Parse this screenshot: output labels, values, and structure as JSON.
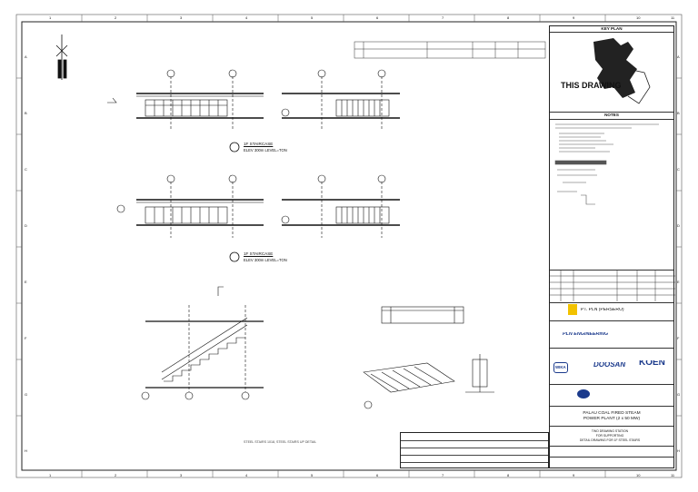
{
  "border": {
    "column_labels": [
      "1",
      "2",
      "3",
      "4",
      "5",
      "6",
      "7",
      "8",
      "9",
      "10",
      "11"
    ],
    "row_labels": [
      "A",
      "B",
      "C",
      "D",
      "E",
      "F",
      "G",
      "H"
    ]
  },
  "key_plan": {
    "header": "KEY PLAN",
    "this_drawing": "THIS DRAWING"
  },
  "notes": {
    "header": "NOTES"
  },
  "details": {
    "detail1_title": "1F STAIRCASE",
    "detail1_scale": "ELEV 300m LEVEL=TON",
    "detail2_title": "1F STAIRCASE",
    "detail2_scale": "ELEV 300m LEVEL=TON",
    "bottom_caption": "STEEL STAIRS 1018, STEEL STAIRS UP DETAIL"
  },
  "owner": {
    "name": "PT. PLN (PERSERO)",
    "engineer": "PLN ENGINEERING"
  },
  "contractors": {
    "label_wika": "WIKA",
    "label_doosan": "DOOSAN",
    "label_koen": "KOEN"
  },
  "project": {
    "line1": "PALAU COAL FIRED STEAM",
    "line2": "POWER PLANT (2 x 50 MW)"
  },
  "drawing_title": {
    "line1": "TWO DRAWING STATION",
    "line2": "FOR SUPPORTING",
    "line3": "DETAIL DRAWING FOR 1F STEEL STAIRS"
  },
  "colors": {
    "line": "#222222",
    "logo_blue": "#1b3a8c",
    "logo_red": "#cc2222",
    "logo_yellow": "#f2c200"
  }
}
